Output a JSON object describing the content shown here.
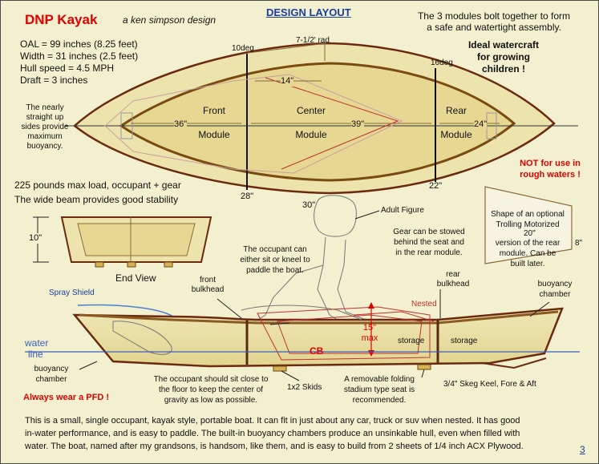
{
  "header": {
    "title": "DNP Kayak",
    "designer": "a ken simpson design",
    "layout_title": "DESIGN LAYOUT",
    "modules_note": [
      "The 3 modules bolt together to form",
      "a safe and watertight assembly."
    ]
  },
  "specs": [
    "OAL = 99 inches (8.25 feet)",
    "Width = 31 inches (2.5 feet)",
    "Hull speed = 4.5 MPH",
    "Draft = 3 inches"
  ],
  "ideal_note": [
    "Ideal watercraft",
    "for growing",
    "children !"
  ],
  "top_view": {
    "angle_front": "10deg",
    "angle_rear": "16deg",
    "radius": "7-1/2' rad",
    "dim_14": "14\"",
    "front_label": [
      "Front",
      "Module"
    ],
    "center_label": [
      "Center",
      "Module"
    ],
    "rear_label": [
      "Rear",
      "Module"
    ],
    "dim_36": "36\"",
    "dim_39": "39\"",
    "dim_24": "24\"",
    "dim_28": "28\"",
    "dim_22": "22\"",
    "dim_30": "30\""
  },
  "sides_note": [
    "The nearly",
    "straight up",
    "sides provide",
    "maximum",
    "buoyancy."
  ],
  "load_note": "225 pounds max load, occupant + gear",
  "beam_note": "The wide beam provides good stability",
  "rough_warning": [
    "NOT for use in",
    "rough waters !"
  ],
  "end_view": {
    "height": "10\"",
    "label": "End View"
  },
  "adult_figure": "Adult Figure",
  "occupant_note": [
    "The occupant can",
    "either sit or kneel to",
    "paddle the boat."
  ],
  "gear_note": [
    "Gear can be stowed",
    "behind the seat and",
    "in the rear module."
  ],
  "motor_note": [
    "Shape of an optional",
    "Trolling Motorized",
    "version of the rear",
    "module. Can be",
    "built later."
  ],
  "motor_dims": {
    "top": "20\"",
    "right": "8\""
  },
  "side_view": {
    "spray_shield": "Spray Shield",
    "front_bulkhead": [
      "front",
      "bulkhead"
    ],
    "rear_bulkhead": [
      "rear",
      "bulkhead"
    ],
    "nested": "Nested",
    "buoyancy_chamber_right": [
      "buoyancy",
      "chamber"
    ],
    "buoyancy_chamber_left": [
      "buoyancy",
      "chamber"
    ],
    "water_line": [
      "water",
      "line"
    ],
    "max_height": [
      "15\"",
      "max"
    ],
    "cb": "CB",
    "storage_1": "storage",
    "storage_2": "storage"
  },
  "bottom_notes": {
    "occupant_sit": [
      "The occupant should sit close to",
      "the floor to keep the center of",
      "gravity as low as possible."
    ],
    "skids": "1x2 Skids",
    "removable_seat": [
      "A removable folding",
      "stadium type seat is",
      "recommended."
    ],
    "skeg": "3/4\" Skeg Keel, Fore & Aft",
    "pfd": "Always wear a PFD !"
  },
  "description": [
    "This is a small, single occupant, kayak style, portable boat.  It can fit in just about any car, truck or suv when nested.  It has good",
    "in-water performance, and is easy to paddle.  The built-in buoyancy chambers produce an unsinkable hull, even when filled with",
    "water. The boat, named after my grandsons, is handsom, like them, and is easy to build from 2 sheets of 1/4 inch ACX Plywood."
  ],
  "page_number": "3",
  "colors": {
    "background": "#f2f0cf",
    "hull_fill": "#e8dea0",
    "hull_outline": "#6b2a10",
    "dimension": "#8a6a3a",
    "water": "#3a5fbf",
    "red": "#e00000",
    "nested": "#c23030"
  }
}
